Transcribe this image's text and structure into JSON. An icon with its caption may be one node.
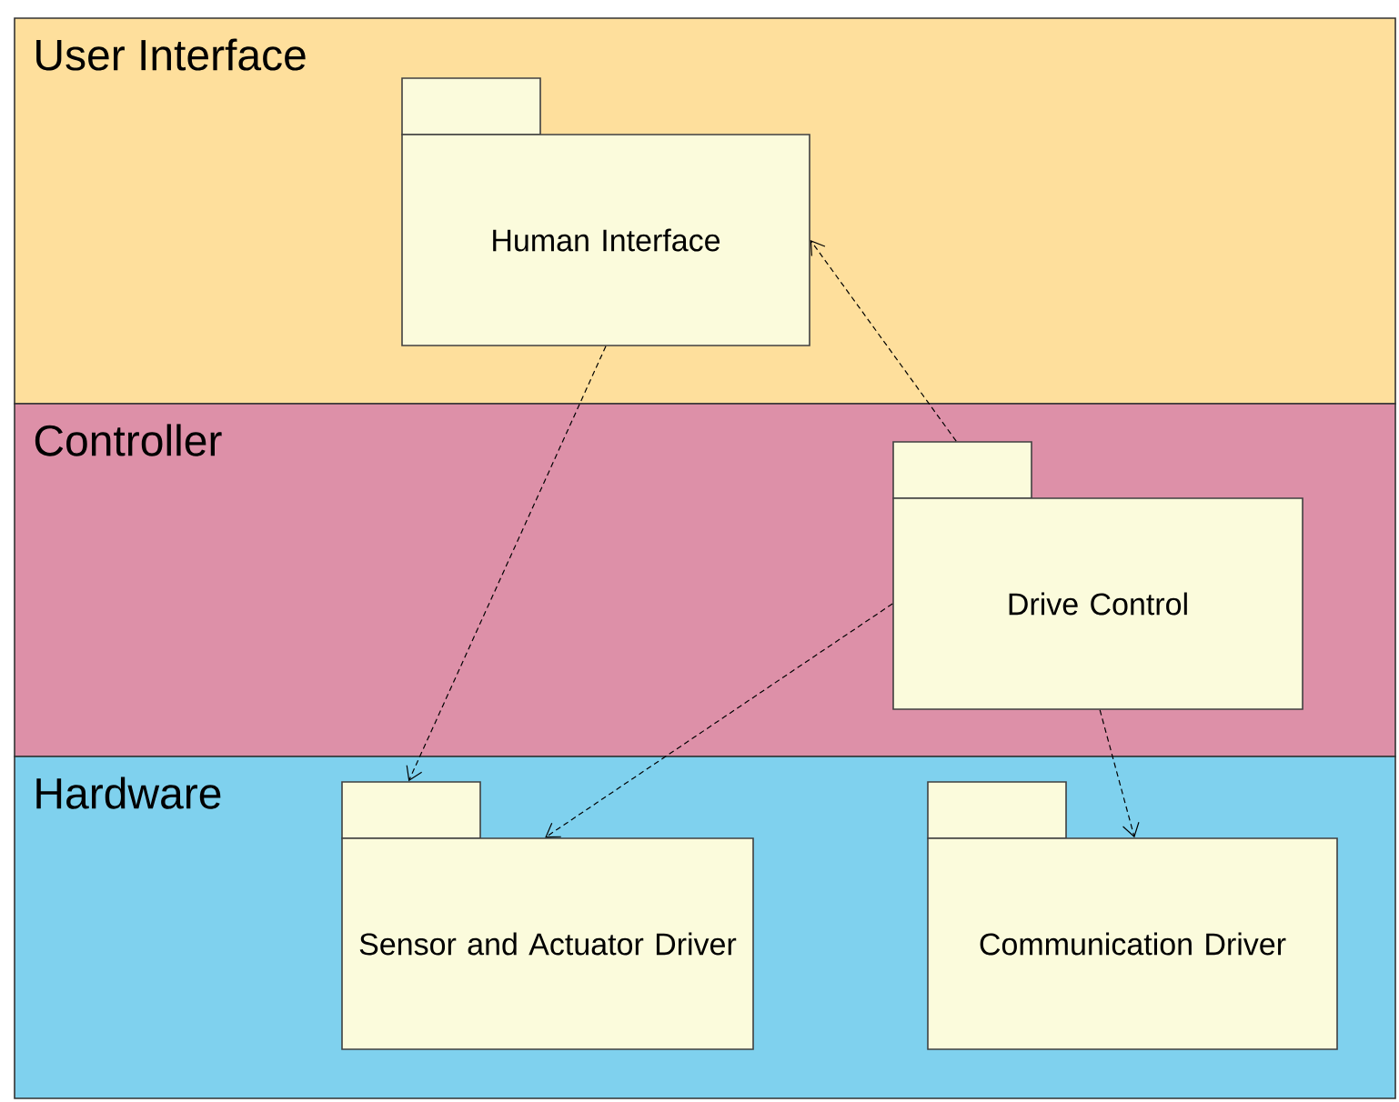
{
  "diagram": {
    "nodes": [
      {
        "text": [
          "User Interface"
        ]
      },
      {
        "text": [
          "Human Interface"
        ],
        "in": 0
      },
      {
        "text": [
          "Controller"
        ]
      },
      {
        "text": [
          "Drive Control"
        ],
        "in": 2
      },
      {
        "text": [
          "Hardware"
        ]
      },
      {
        "text": [
          "Sensor and Actuator Driver"
        ],
        "in": 4
      },
      {
        "text": [
          "Communication Driver"
        ],
        "in": 4
      }
    ],
    "edges": [
      {
        "from": 1,
        "to": 5,
        "arrow": "to",
        "style": "dashed"
      },
      {
        "from": 3,
        "to": 1,
        "arrow": "to",
        "style": "dashed"
      },
      {
        "from": 3,
        "to": 5,
        "arrow": "to",
        "style": "dashed"
      },
      {
        "from": 3,
        "to": 6,
        "arrow": "to",
        "style": "dashed"
      }
    ]
  }
}
